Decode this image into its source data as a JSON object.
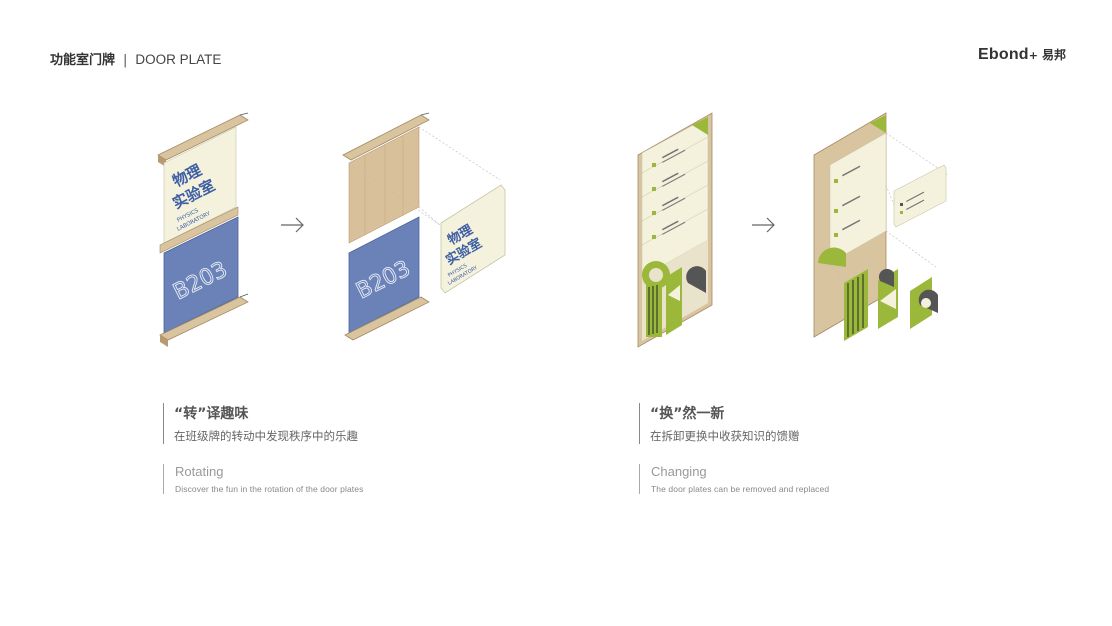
{
  "header": {
    "title_zh": "功能室门牌",
    "separator": "|",
    "title_en": "DOOR PLATE"
  },
  "brand": {
    "logo_en": "Ebond",
    "logo_zh": "易邦"
  },
  "rotating_plate": {
    "room_zh_line1": "物理",
    "room_zh_line2": "实验室",
    "room_en_line1": "PHYSICS",
    "room_en_line2": "LABORATORY",
    "room_number": "B203"
  },
  "colors": {
    "wood": "#d9c4a0",
    "wood_dark": "#b89a72",
    "blue_panel": "#6b82b8",
    "cream_panel": "#f4f2dc",
    "green_accent": "#9bb83a",
    "text_blue": "#3f5fa5"
  },
  "captions": [
    {
      "title_zh": "“转”译趣味",
      "subtitle_zh": "在班级牌的转动中发现秩序中的乐趣",
      "title_en": "Rotating",
      "subtitle_en": "Discover the fun in the rotation of the door plates"
    },
    {
      "title_zh": "“换”然一新",
      "subtitle_zh": "在拆卸更换中收获知识的馈赠",
      "title_en": "Changing",
      "subtitle_en": "The door plates can be removed and replaced"
    }
  ]
}
